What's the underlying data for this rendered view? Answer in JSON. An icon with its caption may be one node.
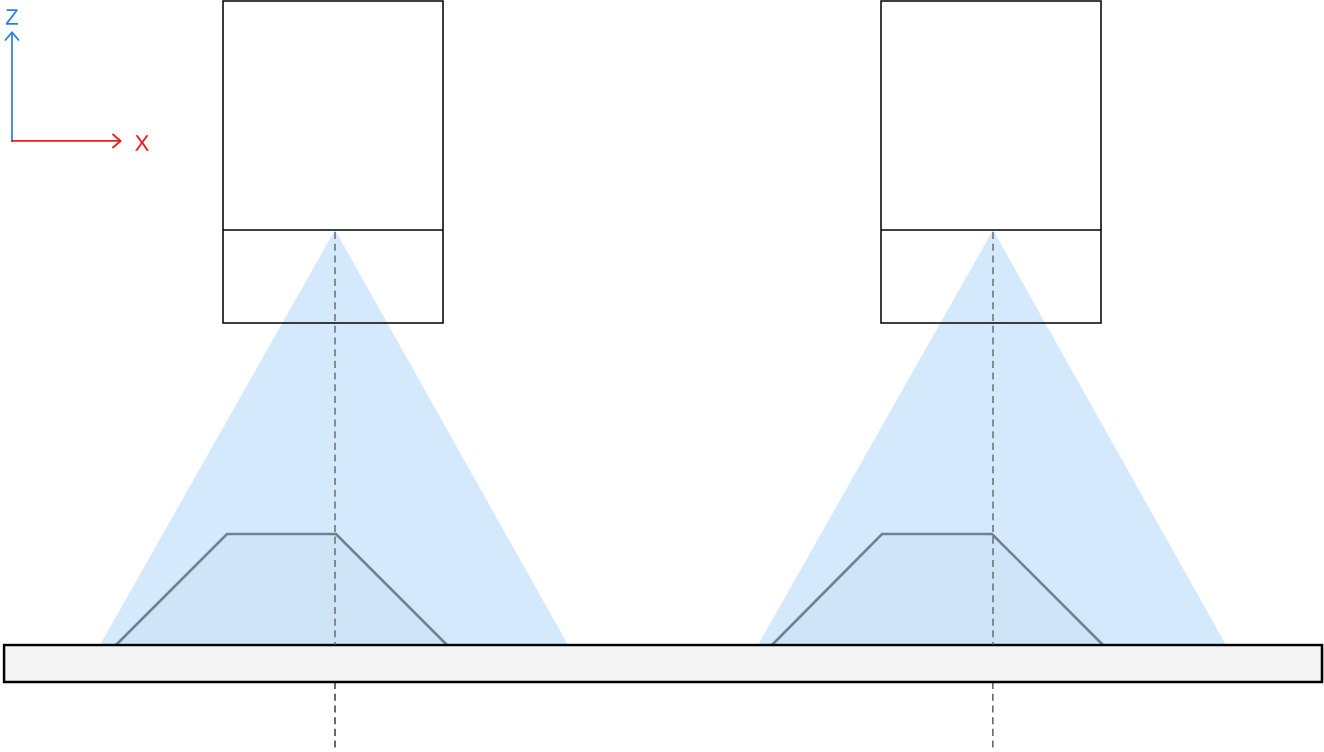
{
  "diagram": {
    "nodes": [
      {
        "text": [],
        "shape": "box"
      },
      {
        "text": [],
        "shape": "box"
      },
      {
        "text": [],
        "shape": "trapezoid"
      },
      {
        "text": [],
        "shape": "trapezoid"
      },
      {
        "text": [],
        "shape": "bar"
      }
    ],
    "labels": [
      "Z",
      "X"
    ]
  }
}
